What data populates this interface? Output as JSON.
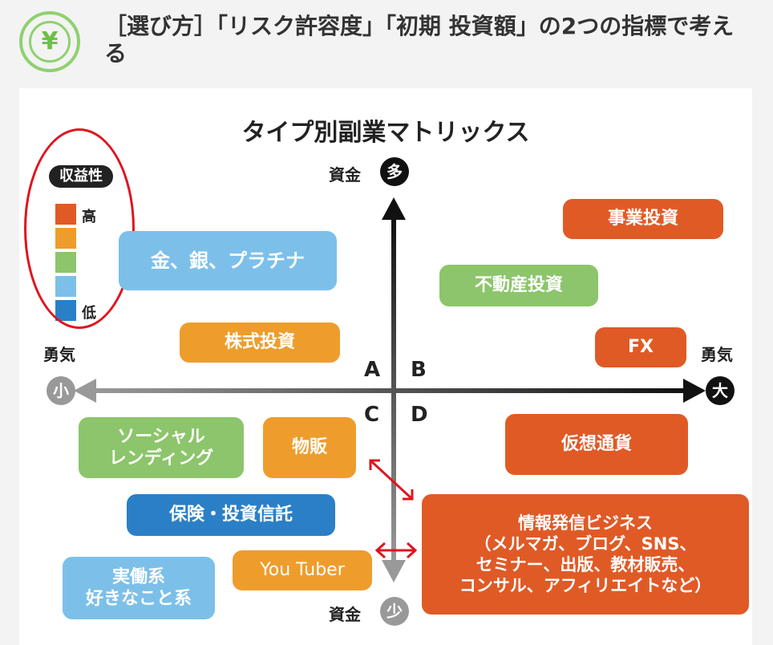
{
  "header": {
    "icon": "yen-icon",
    "icon_glyph": "¥",
    "title": "［選び方］「リスク許容度」「初期 投資額」の2つの指標で考える"
  },
  "diagram": {
    "title": "タイプ別副業マトリックス",
    "legend": {
      "title": "収益性",
      "high_label": "高",
      "low_label": "低",
      "colors": [
        "#e05a26",
        "#ee9d2c",
        "#8cc56b",
        "#7cc0ea",
        "#2b7fc6"
      ]
    },
    "axis": {
      "top_word": "資金",
      "top_badge": "多",
      "bottom_word": "資金",
      "bottom_badge": "少",
      "left_word": "勇気",
      "left_badge": "小",
      "right_word": "勇気",
      "right_badge": "大"
    },
    "quadrants": {
      "a": "A",
      "b": "B",
      "c": "C",
      "d": "D"
    },
    "items": {
      "business_invest": "事業投資",
      "precious_metals": "金、銀、プラチナ",
      "real_estate": "不動産投資",
      "stocks": "株式投資",
      "fx": "FX",
      "social_lending": "ソーシャル\nレンディング",
      "retail": "物販",
      "crypto": "仮想通貨",
      "insurance": "保険・投資信託",
      "info_business": "情報発信ビジネス\n（メルマガ、ブログ、SNS、\nセミナー、出版、教材販売、\nコンサル、アフィリエイトなど）",
      "youtuber": "You Tuber",
      "labor": "実働系\n好きなこと系"
    },
    "colors": {
      "highlight": "#e0141e",
      "axis_dark": "#111111",
      "axis_gray": "#999999"
    }
  }
}
